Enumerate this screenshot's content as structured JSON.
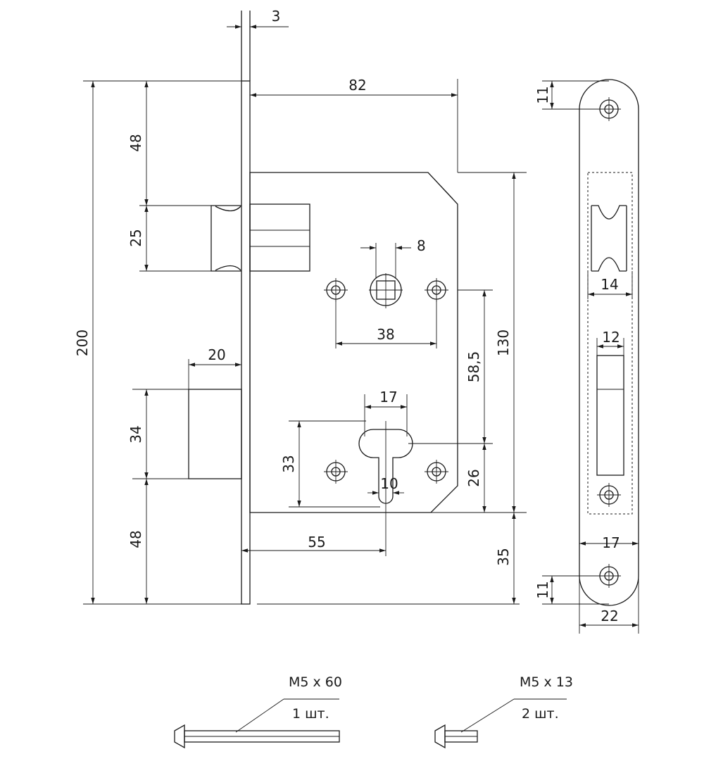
{
  "dimensions": {
    "faceplate_thickness": "3",
    "body_depth": "82",
    "total_height": "200",
    "top_to_latch": "48",
    "latch_height": "25",
    "deadbolt_protrusion": "20",
    "deadbolt_height": "34",
    "deadbolt_to_bottom": "48",
    "spindle_square": "8",
    "screw_spacing": "38",
    "spindle_to_cylinder": "58,5",
    "body_height": "130",
    "cylinder_width": "17",
    "cylinder_height": "33",
    "cylinder_slot": "10",
    "backset": "55",
    "cylinder_to_body_bottom": "26",
    "body_to_bottom": "35",
    "strike_top_offset": "11",
    "strike_latch_hole": "14",
    "strike_bolt_width": "12",
    "strike_bolt_hole": "17",
    "strike_bottom_offset": "11",
    "strike_width": "22"
  },
  "screws": [
    {
      "size": "M5 x 60",
      "qty": "1 шт."
    },
    {
      "size": "M5 x 13",
      "qty": "2 шт."
    }
  ]
}
